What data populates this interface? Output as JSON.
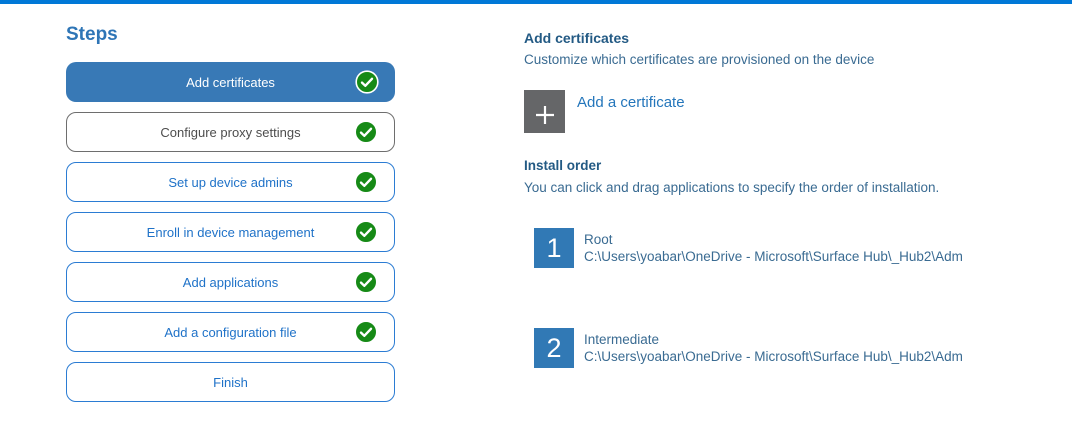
{
  "colors": {
    "accent_bar": "#0078d7",
    "selected_step_bg": "#3879b6",
    "step_border_blue": "#2b7cd3",
    "step_text_blue": "#1f72c8",
    "completed_green": "#168a16",
    "heading_blue": "#235a84",
    "body_steel_blue": "#3a6b92",
    "number_badge_blue": "#3179b5",
    "plus_box_gray": "#656668"
  },
  "sidebar": {
    "title": "Steps",
    "steps": [
      {
        "label": "Add certificates",
        "state": "selected",
        "completed": true
      },
      {
        "label": "Configure proxy settings",
        "state": "visited",
        "completed": true
      },
      {
        "label": "Set up device admins",
        "state": "todo",
        "completed": true
      },
      {
        "label": "Enroll in device management",
        "state": "todo",
        "completed": true
      },
      {
        "label": "Add applications",
        "state": "todo",
        "completed": true
      },
      {
        "label": "Add a configuration file",
        "state": "todo",
        "completed": true
      },
      {
        "label": "Finish",
        "state": "todo",
        "completed": false
      }
    ]
  },
  "content": {
    "heading": "Add certificates",
    "subheading": "Customize which certificates are provisioned on the device",
    "add_button": {
      "icon": "plus-icon",
      "label": "Add a certificate"
    },
    "install_order": {
      "heading": "Install order",
      "description": "You can click and drag applications to specify the order of installation.",
      "items": [
        {
          "number": "1",
          "name": "Root",
          "path": "C:\\Users\\yoabar\\OneDrive - Microsoft\\Surface Hub\\_Hub2\\Adm"
        },
        {
          "number": "2",
          "name": "Intermediate",
          "path": "C:\\Users\\yoabar\\OneDrive - Microsoft\\Surface Hub\\_Hub2\\Adm"
        }
      ]
    }
  }
}
